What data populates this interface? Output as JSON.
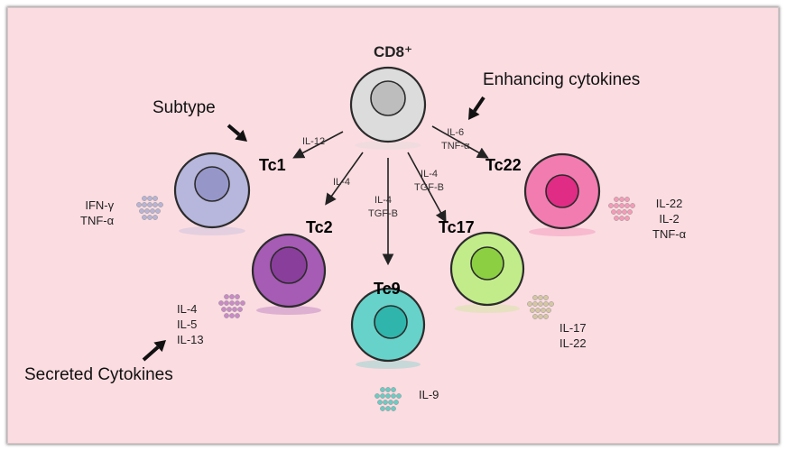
{
  "diagram": {
    "root_label": "CD8⁺",
    "annotations": {
      "subtype": "Subtype",
      "enhancing": "Enhancing cytokines",
      "secreted": "Secreted Cytokines"
    },
    "subtypes": {
      "tc1": {
        "name": "Tc1",
        "color": "#7b74b3",
        "body": "#b7b6dc",
        "nucleus": "#9796c8",
        "enhancing": [
          "IL-12"
        ],
        "secreted": [
          "IFN-γ",
          "TNF-α"
        ],
        "dots": "#b7b4d6"
      },
      "tc2": {
        "name": "Tc2",
        "color": "#7a2a86",
        "body": "#a65bb4",
        "nucleus": "#8a3e9b",
        "enhancing": [
          "IL-4"
        ],
        "secreted": [
          "IL-4",
          "IL-5",
          "IL-13"
        ],
        "dots": "#c98ac7"
      },
      "tc9": {
        "name": "Tc9",
        "color": "#0f8f8a",
        "body": "#67d2c9",
        "nucleus": "#2fb5ac",
        "enhancing": [
          "IL-4",
          "TGF-B"
        ],
        "secreted": [
          "IL-9"
        ],
        "dots": "#6ccbc3"
      },
      "tc17": {
        "name": "Tc17",
        "color": "#2f4a1e",
        "body": "#c2ec8a",
        "nucleus": "#8ccf42",
        "enhancing": [
          "IL-4",
          "TGF-B"
        ],
        "secreted": [
          "IL-17",
          "IL-22"
        ],
        "dots": "#d5c7a3"
      },
      "tc22": {
        "name": "Tc22",
        "color": "#8c1a46",
        "body": "#f27cb0",
        "nucleus": "#e02c84",
        "enhancing": [
          "IL-6",
          "TNF-α"
        ],
        "secreted": [
          "IL-22",
          "IL-2",
          "TNF-α"
        ],
        "dots": "#f59bb8"
      }
    },
    "root_colors": {
      "body": "#dcdcdc",
      "nucleus": "#bdbdbd"
    }
  }
}
